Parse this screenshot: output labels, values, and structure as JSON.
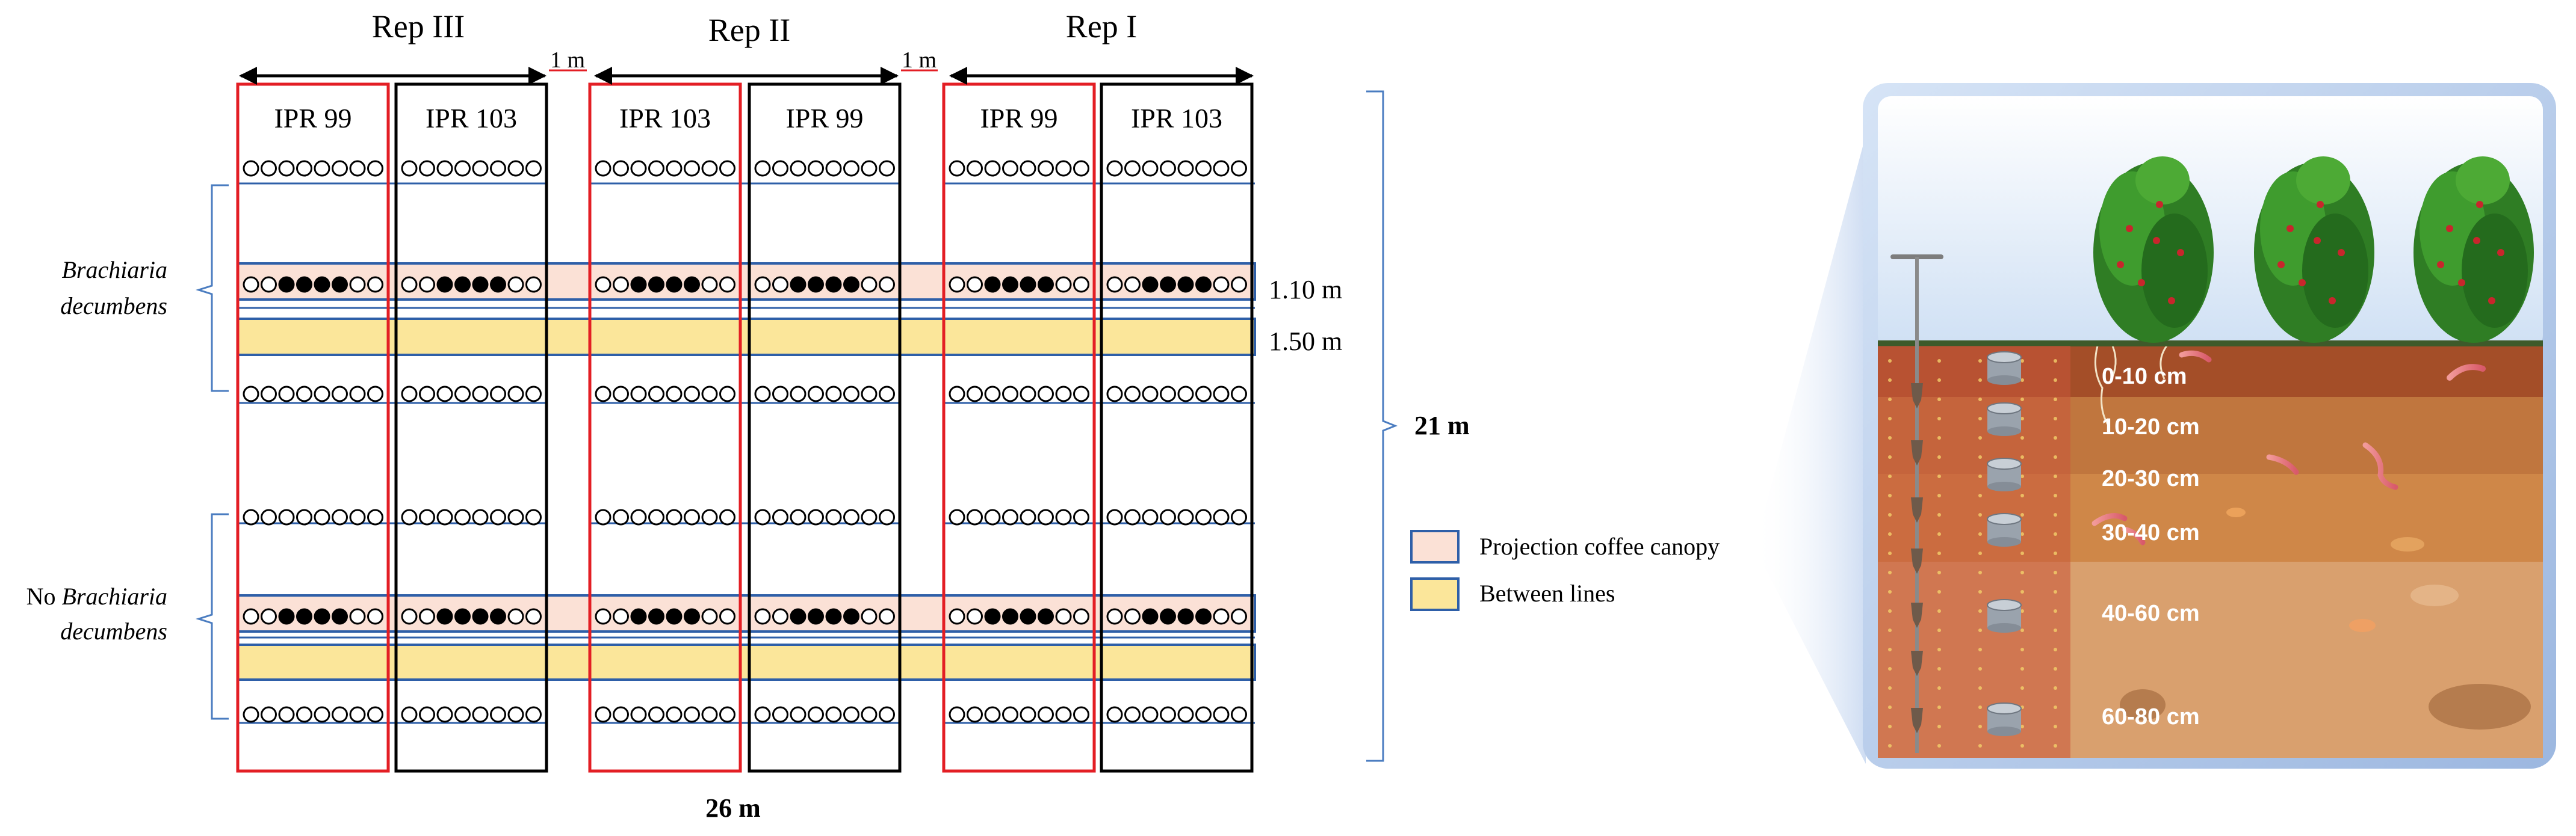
{
  "reps": [
    {
      "label": "Rep III"
    },
    {
      "label": "Rep II"
    },
    {
      "label": "Rep I"
    }
  ],
  "gap_labels": [
    "1 m",
    "1 m"
  ],
  "plots": [
    {
      "cultivar": "IPR 99",
      "border": "red"
    },
    {
      "cultivar": "IPR 103",
      "border": "black"
    },
    {
      "cultivar": "IPR 103",
      "border": "red"
    },
    {
      "cultivar": "IPR 99",
      "border": "black"
    },
    {
      "cultivar": "IPR 99",
      "border": "red"
    },
    {
      "cultivar": "IPR 103",
      "border": "black"
    }
  ],
  "row_labels": {
    "with_brachiaria_line1": "Brachiaria",
    "with_brachiaria_line2": "decumbens",
    "without_brachiaria_prefix": "No ",
    "without_brachiaria_line1": "Brachiaria",
    "without_brachiaria_line2": "decumbens"
  },
  "dimensions": {
    "canopy_width": "1.10 m",
    "between_width": "1.50 m",
    "height": "21 m",
    "width": "26 m"
  },
  "legend": {
    "items": [
      {
        "label": "Projection coffee canopy",
        "color": "#fbe1d6"
      },
      {
        "label": "Between lines",
        "color": "#fbe69a"
      }
    ]
  },
  "soil_layers": [
    "0-10 cm",
    "10-20 cm",
    "20-30 cm",
    "30-40 cm",
    "40-60 cm",
    "60-80 cm"
  ],
  "colors": {
    "red_border": "#e31e24",
    "blue_line": "#2e5fa8",
    "bracket": "#4a7cc0",
    "canopy_fill": "#fbe1d6",
    "between_fill": "#fbe69a"
  },
  "icons": {
    "open_circle": "sampling-point-open",
    "filled_circle": "sampling-point-filled",
    "soil_auger": "soil-auger-icon",
    "sample_cylinder": "sample-cylinder-icon",
    "coffee_tree": "coffee-tree-icon"
  }
}
